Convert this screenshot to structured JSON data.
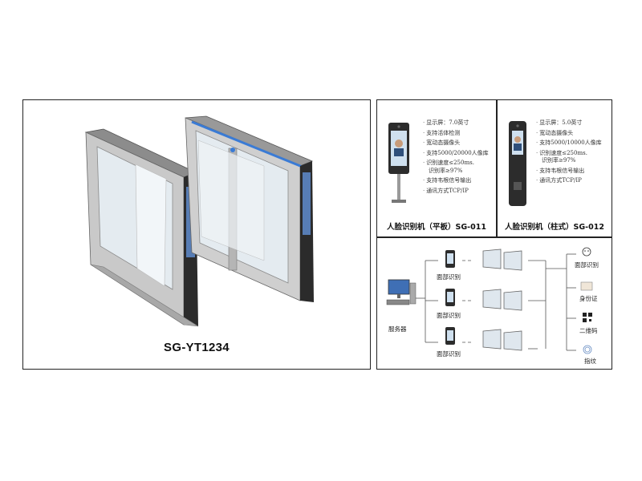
{
  "main": {
    "model": "SG-YT1234"
  },
  "tablet_device": {
    "specs": [
      "显示屏：7.0英寸",
      "支持活体检测",
      "宽动态摄像头",
      "支持5000/20000人像库",
      "识别速度≤250ms.",
      "识别率≥97%",
      "支持韦根信号输出",
      "通讯方式TCP/IP"
    ],
    "title": "人脸识别机（平板）SG-011"
  },
  "pillar_device": {
    "specs": [
      "显示屏：5.0英寸",
      "宽动态摄像头",
      "支持5000/10000人像库",
      "识别速度≤250ms.",
      "识别率≥97%",
      "支持韦根信号输出",
      "通讯方式TCP/IP"
    ],
    "title": "人脸识别机（柱式）SG-012"
  },
  "flow": {
    "server_label": "服务器",
    "face_labels": [
      "面部识别",
      "面部识别",
      "面部识别"
    ],
    "methods": [
      "面部识别",
      "身份证",
      "二维码",
      "指纹"
    ]
  },
  "colors": {
    "frame": "#222222",
    "accent": "#3a7bd5",
    "steel": "#9a9a9a",
    "glass": "#dfe7ee"
  }
}
